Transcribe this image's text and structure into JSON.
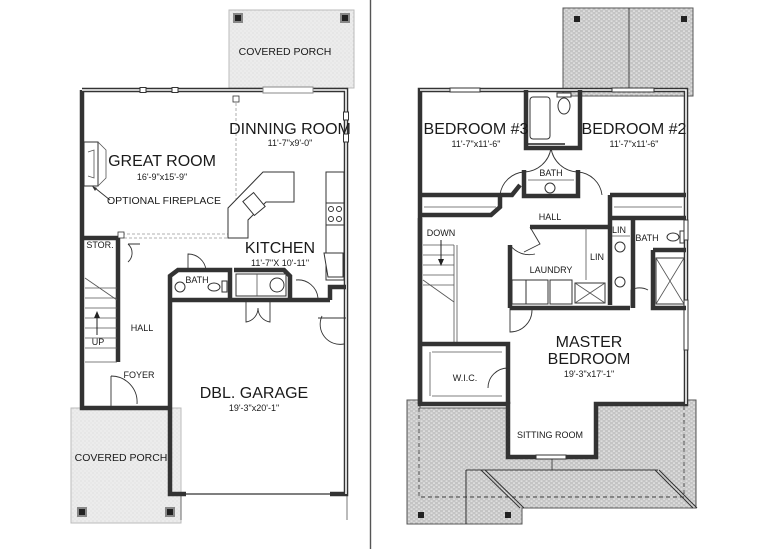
{
  "colors": {
    "wall": "#333333",
    "background": "#ffffff",
    "porch_fill": "#e6e6e6",
    "roof_fill": "#b8b8b8",
    "divider": "#555555"
  },
  "first_floor": {
    "covered_porch_top": {
      "label": "COVERED PORCH"
    },
    "great_room": {
      "label": "GREAT ROOM",
      "dims": "16'-9\"x15'-9\""
    },
    "optional_fireplace": {
      "label": "OPTIONAL FIREPLACE"
    },
    "dining_room": {
      "label": "DINNING ROOM",
      "dims": "11'-7\"x9'-0\""
    },
    "kitchen": {
      "label": "KITCHEN",
      "dims": "11'-7\"X 10'-11\""
    },
    "storage": {
      "label": "STOR."
    },
    "bath": {
      "label": "BATH"
    },
    "hall": {
      "label": "HALL"
    },
    "stairs": {
      "label": "UP"
    },
    "foyer": {
      "label": "FOYER"
    },
    "garage": {
      "label": "DBL. GARAGE",
      "dims": "19'-3\"x20'-1\""
    },
    "covered_porch_bottom": {
      "label": "COVERED PORCH"
    }
  },
  "second_floor": {
    "bedroom3": {
      "label": "BEDROOM #3",
      "dims": "11'-7\"x11'-6\""
    },
    "bedroom2": {
      "label": "BEDROOM #2",
      "dims": "11'-7\"x11'-6\""
    },
    "hall_bath": {
      "label": "BATH"
    },
    "hall": {
      "label": "HALL"
    },
    "stairs": {
      "label": "DOWN"
    },
    "laundry": {
      "label": "LAUNDRY"
    },
    "linen1": {
      "label": "LIN"
    },
    "linen2": {
      "label": "LIN"
    },
    "master_bath": {
      "label": "BATH"
    },
    "master_bedroom": {
      "label_line1": "MASTER",
      "label_line2": "BEDROOM",
      "dims": "19'-3\"x17'-1\""
    },
    "wic": {
      "label": "W.I.C."
    },
    "sitting_room": {
      "label": "SITTING ROOM"
    }
  }
}
